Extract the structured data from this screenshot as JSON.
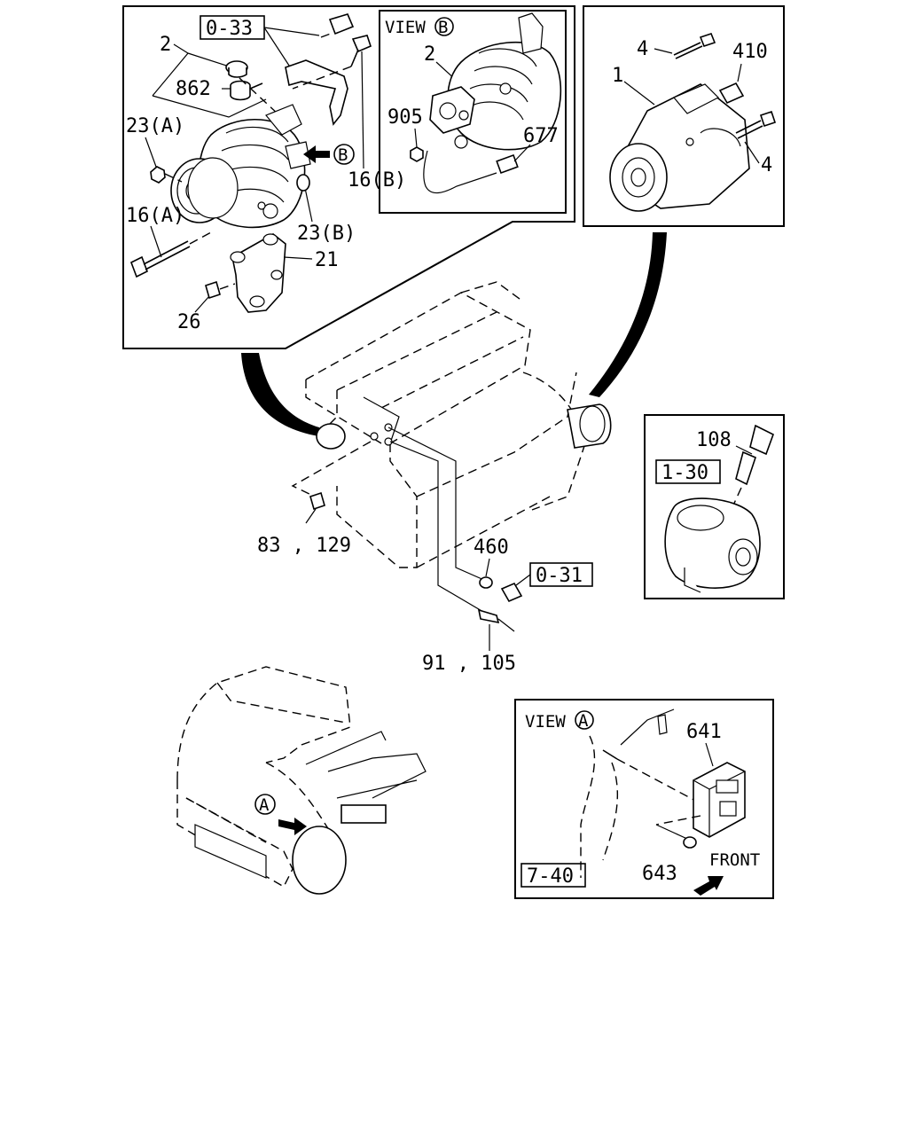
{
  "labels": {
    "alt_ref": "0-33",
    "alt_2": "2",
    "alt_862": "862",
    "alt_23a": "23(A)",
    "alt_16a": "16(A)",
    "alt_23b": "23(B)",
    "alt_21": "21",
    "alt_26": "26",
    "alt_16b": "16(B)",
    "viewb_title": "VIEW",
    "viewb_circle": "B",
    "viewb_2": "2",
    "viewb_905": "905",
    "viewb_677": "677",
    "arrow_b": "B",
    "st_4a": "4",
    "st_410": "410",
    "st_1": "1",
    "st_4b": "4",
    "tc_108": "108",
    "tc_ref": "1-30",
    "eng_83": "83 , 129",
    "eng_460": "460",
    "eng_ref": "0-31",
    "eng_91": "91 , 105",
    "truck_a": "A",
    "viewa_title": "VIEW",
    "viewa_circle": "A",
    "viewa_641": "641",
    "viewa_643": "643",
    "viewa_front": "FRONT",
    "viewa_ref": "7-40"
  }
}
